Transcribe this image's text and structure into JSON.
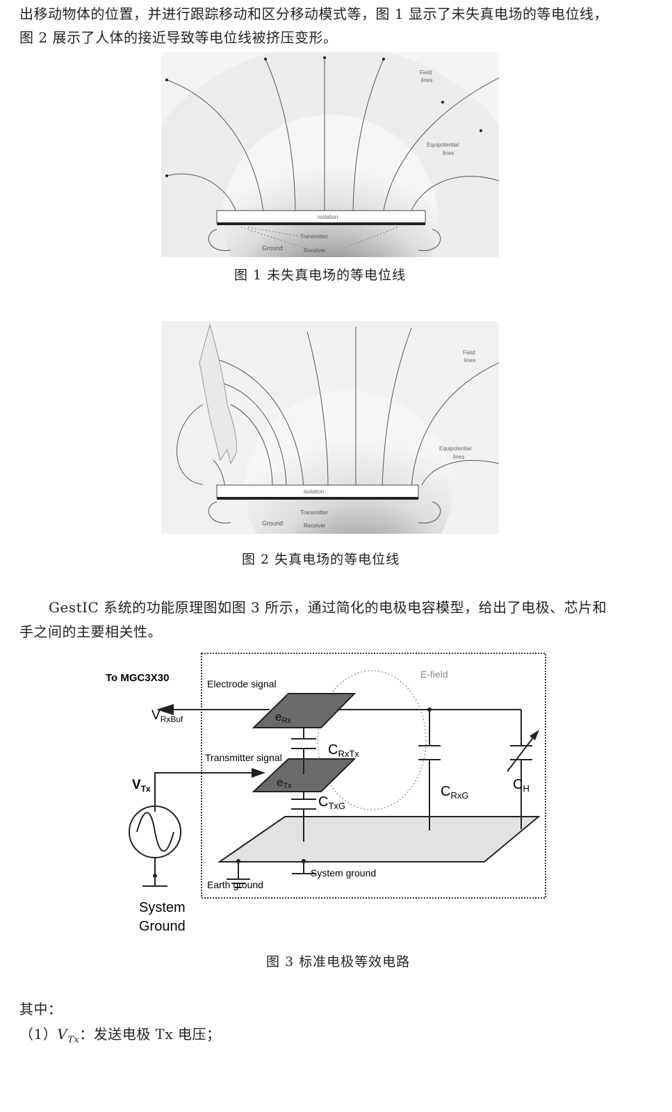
{
  "intro": {
    "line1": "出移动物体的位置，并进行跟踪移动和区分移动模式等，图 1 显示了未失真电场的等电位线，",
    "line2": "图 2 展示了人体的接近导致等电位线被挤压变形。"
  },
  "fig1": {
    "labels": {
      "field_lines_1": "Field",
      "field_lines_2": "lines",
      "equi_1": "Equipotential",
      "equi_2": "lines",
      "isolation": "isolation",
      "transmitter": "Transmitter",
      "ground": "Ground",
      "receiver": "Receiver"
    },
    "caption": "图 1  未失真电场的等电位线"
  },
  "fig2": {
    "labels": {
      "field_lines_1": "Field",
      "field_lines_2": "lines",
      "equi_1": "Equipotential",
      "equi_2": "lines",
      "isolation": "isolation",
      "transmitter": "Transmitter",
      "ground": "Ground",
      "receiver": "Receiver"
    },
    "caption": "图 2  失真电场的等电位线"
  },
  "para": {
    "line1": "GestIC 系统的功能原理图如图 3 所示，通过简化的电极电容模型，给出了电极、芯片和",
    "line2": "手之间的主要相关性。"
  },
  "fig3": {
    "to_mgc": "To MGC3X30",
    "electrode_signal": "Electrode signal",
    "e_field": "E-field",
    "v_rxbuf": "V",
    "v_rxbuf_sub": "RxBuf",
    "e_rx": "e",
    "e_rx_sub": "Rx",
    "c_rxtx": "C",
    "c_rxtx_sub": "RxTx",
    "transmitter_signal": "Transmitter signal",
    "e_tx": "e",
    "e_tx_sub": "Tx",
    "v_tx": "V",
    "v_tx_sub": "Tx",
    "c_txg": "C",
    "c_txg_sub": "TxG",
    "c_rxg": "C",
    "c_rxg_sub": "RxG",
    "c_h": "C",
    "c_h_sub": "H",
    "system_ground": "System ground",
    "earth_ground": "Earth ground",
    "system_ground2_1": "System",
    "system_ground2_2": "Ground",
    "caption": "图 3  标准电极等效电路"
  },
  "tail": {
    "where": "其中：",
    "item1_prefix": "（1）",
    "item1_var": "V",
    "item1_sub": "Tx",
    "item1_text": "：发送电极 Tx 电压；"
  }
}
